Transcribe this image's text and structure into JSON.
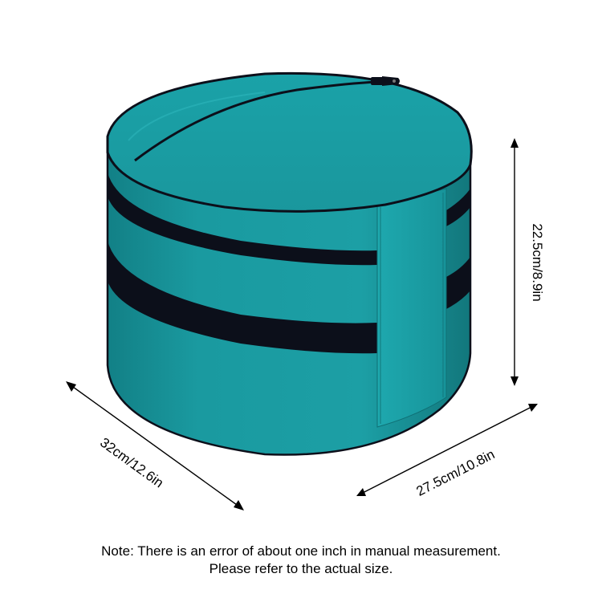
{
  "product": {
    "name_icon": "teal-round-storage-bag",
    "color_main": "#1a9aa0",
    "color_dark": "#12777c",
    "color_light": "#25acb2",
    "color_trim": "#0c0f1a"
  },
  "dimensions": {
    "height_label": "22.5cm/8.9in",
    "depth_label": "32cm/12.6in",
    "width_label": "27.5cm/10.8in"
  },
  "note": {
    "line1": "Note: There is an error of about one inch in manual measurement.",
    "line2": "Please refer to the actual size."
  }
}
